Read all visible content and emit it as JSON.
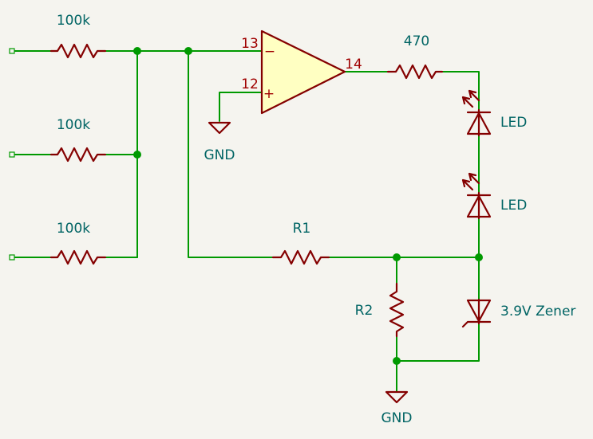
{
  "components": {
    "r_in_1": {
      "value": "100k"
    },
    "r_in_2": {
      "value": "100k"
    },
    "r_in_3": {
      "value": "100k"
    },
    "r_out": {
      "value": "470"
    },
    "r1": {
      "value": "R1"
    },
    "r2": {
      "value": "R2"
    },
    "led1": {
      "value": "LED"
    },
    "led2": {
      "value": "LED"
    },
    "zener": {
      "value": "3.9V Zener"
    },
    "gnd_opamp": {
      "value": "GND"
    },
    "gnd_bottom": {
      "value": "GND"
    }
  },
  "opamp": {
    "pin_inverting": "13",
    "pin_noninverting": "12",
    "pin_output": "14",
    "sign_minus": "−",
    "sign_plus": "+"
  },
  "colors": {
    "wire": "#009900",
    "component": "#840000",
    "label": "#006464",
    "pin_number": "#a00000",
    "opamp_fill": "#ffffc2",
    "background": "#f5f4ef"
  }
}
